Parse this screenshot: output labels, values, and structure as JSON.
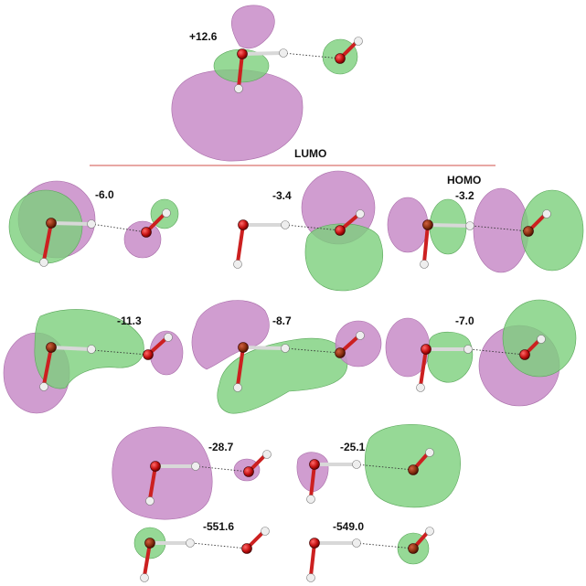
{
  "labels": {
    "lumo": "LUMO",
    "homo": "HOMO"
  },
  "orbitals": [
    {
      "id": "lumo",
      "energy": "+12.6"
    },
    {
      "id": "homo",
      "energy": "-3.2"
    },
    {
      "id": "o-3_4",
      "energy": "-3.4"
    },
    {
      "id": "o-6_0",
      "energy": "-6.0"
    },
    {
      "id": "o-7_0",
      "energy": "-7.0"
    },
    {
      "id": "o-8_7",
      "energy": "-8.7"
    },
    {
      "id": "o-11_3",
      "energy": "-11.3"
    },
    {
      "id": "o-25_1",
      "energy": "-25.1"
    },
    {
      "id": "o-28_7",
      "energy": "-28.7"
    },
    {
      "id": "o-549_0",
      "energy": "-549.0"
    },
    {
      "id": "o-551_6",
      "energy": "-551.6"
    }
  ],
  "colors": {
    "lobe_negative": "#c98fc9",
    "lobe_positive": "#7ccf7c",
    "oxygen": "#cc2020",
    "hydrogen": "#eeeeee",
    "separator": "#d9736e"
  }
}
